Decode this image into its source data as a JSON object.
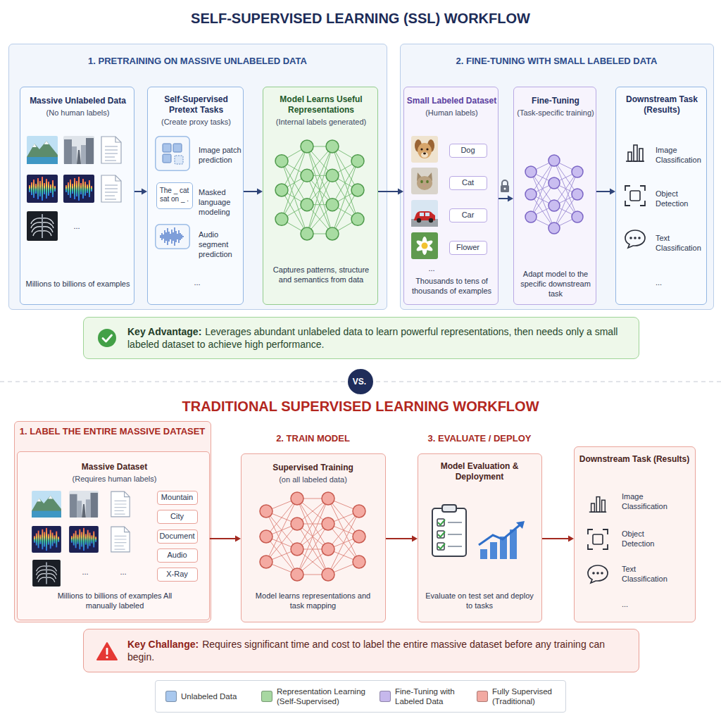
{
  "diagram": {
    "title": "SELF-SUPERVISED LEARNING (SSL) WORKFLOW",
    "nodes": [
      {
        "text": [
          "1. PRETRAINING ON MASSIVE UNLABELED DATA"
        ]
      },
      {
        "text": [
          "Massive Unlabeled Data",
          "(No human labels)",
          "...",
          "Millions to billions of examples"
        ],
        "in": 0
      },
      {
        "text": [
          "Self-Supervised Pretext Tasks",
          "(Create proxy tasks)",
          "Image patch prediction",
          "Masked language modeling",
          "Audio segment prediction",
          "..."
        ],
        "in": 0
      },
      {
        "text": [
          "The _ cat sat on _ ."
        ],
        "in": 2
      },
      {
        "text": [
          "Model Learns Useful Representations",
          "(Internal labels generated)",
          "Captures patterns, structure and semantics from data"
        ],
        "in": 0
      },
      {
        "text": [
          "2. FINE-TUNING WITH SMALL LABELED DATA"
        ]
      },
      {
        "text": [
          "Small Labeled Dataset",
          "(Human labels)",
          "...",
          "Thousands to tens of thousands of examples"
        ],
        "in": 5
      },
      {
        "text": [
          "Dog"
        ],
        "in": 6
      },
      {
        "text": [
          "Cat"
        ],
        "in": 6
      },
      {
        "text": [
          "Car"
        ],
        "in": 6
      },
      {
        "text": [
          "Flower"
        ],
        "in": 6
      },
      {
        "text": [
          "Fine-Tuning",
          "(Task-specific training)",
          "Adapt model to the specific downstream task"
        ],
        "in": 5
      },
      {
        "text": [
          "Downstream Task (Results)",
          "Image Classification",
          "Object Detection",
          "Text Classification",
          "..."
        ],
        "in": 5
      },
      {
        "text": [
          "Key Advantage:",
          "Leverages abundant unlabeled data to learn powerful representations, then needs only a small labeled dataset to achieve high performance."
        ]
      },
      {
        "text": [
          "VS."
        ]
      },
      {
        "text": [
          "1. LABEL THE ENTIRE MASSIVE DATASET"
        ]
      },
      {
        "text": [
          "Massive Dataset",
          "(Requires human labels)",
          "...",
          "...",
          "Millions to billions of examples All manually labeled"
        ],
        "in": 15
      },
      {
        "text": [
          "Mountain"
        ],
        "in": 16
      },
      {
        "text": [
          "City"
        ],
        "in": 16
      },
      {
        "text": [
          "Document"
        ],
        "in": 16
      },
      {
        "text": [
          "Audio"
        ],
        "in": 16
      },
      {
        "text": [
          "X-Ray"
        ],
        "in": 16
      },
      {
        "text": [
          "2. TRAIN MODEL",
          "Supervised Training",
          "(on all labeled data)",
          "Model learns representations and task mapping"
        ]
      },
      {
        "text": [
          "3. EVALUATE / DEPLOY",
          "Model Evaluation & Deployment",
          "Evaluate on test set and deploy to tasks"
        ]
      },
      {
        "text": [
          "Downstream Task (Results)",
          "Image Classification",
          "Object Detection",
          "Text Classification",
          "..."
        ]
      },
      {
        "text": [
          "Key Challange:",
          "Requires significant time and cost to label the entire massive dataset before any training can begin."
        ]
      }
    ],
    "edges": [
      {
        "from": 1,
        "to": 2,
        "arrow": "to"
      },
      {
        "from": 2,
        "to": 4,
        "arrow": "to"
      },
      {
        "from": 4,
        "to": 6,
        "arrow": "to"
      },
      {
        "from": 6,
        "to": 11,
        "arrow": "to"
      },
      {
        "from": 11,
        "to": 12,
        "arrow": "to"
      },
      {
        "from": 16,
        "to": 22,
        "arrow": "to"
      },
      {
        "from": 22,
        "to": 23,
        "arrow": "to"
      },
      {
        "from": 23,
        "to": 24,
        "arrow": "to"
      }
    ],
    "labels": [
      "TRADITIONAL SUPERVISED LEARNING WORKFLOW"
    ],
    "legend": [
      {
        "text": "Unlabeled Data",
        "color": "#a9c8ee"
      },
      {
        "text": "Representation Learning (Self-Supervised)",
        "color": "#a8d8a2"
      },
      {
        "text": "Fine-Tuning with Labeled Data",
        "color": "#c6b8ec"
      },
      {
        "text": "Fully Supervised (Traditional)",
        "color": "#f2aaa2"
      }
    ]
  }
}
